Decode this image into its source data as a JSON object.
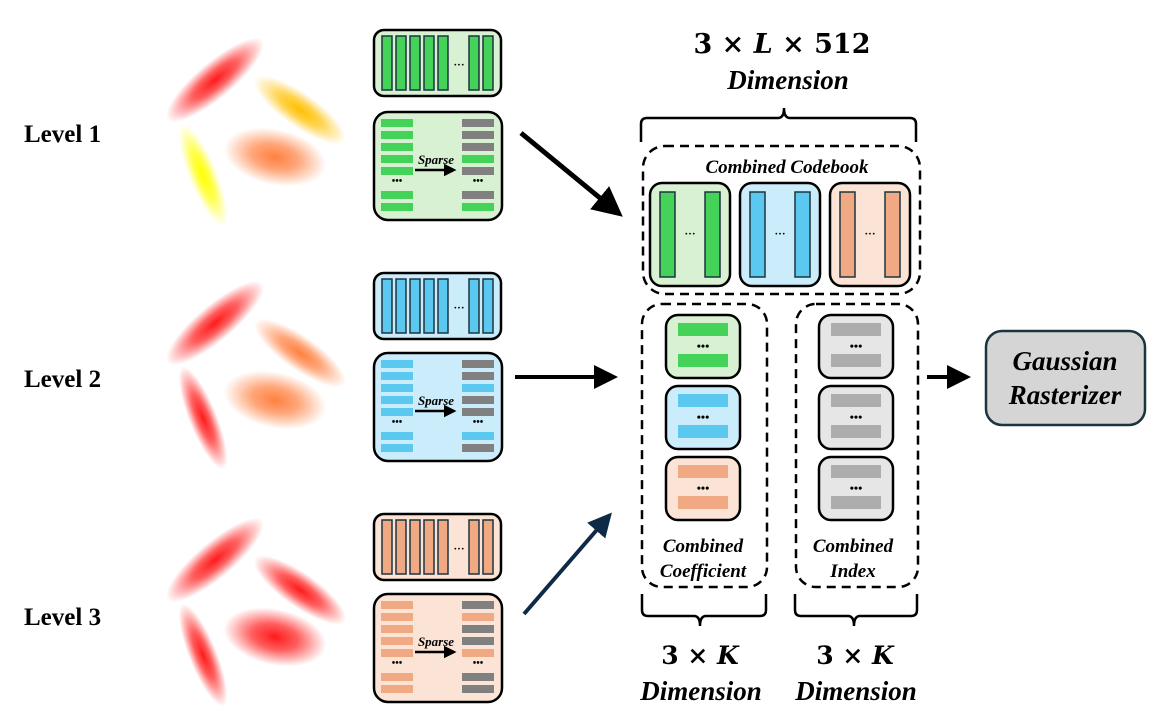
{
  "title": "Multi-level sparse codebook Gaussian compression pipeline",
  "colors": {
    "green_fill": "#44d258",
    "green_bg": "#d9f1d3",
    "blue_fill": "#5bc8f0",
    "blue_bg": "#cbecfa",
    "orange_fill": "#f0a982",
    "orange_bg": "#fbe3d6",
    "gray_fill": "#808080",
    "gray_light": "#adadad",
    "gray_bg": "#e6e6e6",
    "rasterizer_bg": "#d5d5d5",
    "rasterizer_border": "#1c3440",
    "arrow_dark": "#0e2a47"
  },
  "levels": [
    {
      "label": "Level 1",
      "color": "green",
      "gaussians": [
        "#ff1a1a",
        "#ffc000",
        "#ffff00",
        "#ff8040"
      ],
      "sparse_label": "Sparse",
      "sparse_right_pattern": [
        "gray",
        "gray",
        "gray",
        "green",
        "gray",
        "gray",
        "green"
      ]
    },
    {
      "label": "Level 2",
      "color": "blue",
      "gaussians": [
        "#ff1a1a",
        "#ff8040",
        "#ff1a1a",
        "#ff8040"
      ],
      "sparse_label": "Sparse",
      "sparse_right_pattern": [
        "gray",
        "gray",
        "blue",
        "gray",
        "gray",
        "blue",
        "gray"
      ]
    },
    {
      "label": "Level 3",
      "color": "orange",
      "gaussians": [
        "#ff1a1a",
        "#ff1a1a",
        "#ff1a1a",
        "#ff1a1a"
      ],
      "sparse_label": "Sparse",
      "sparse_right_pattern": [
        "gray",
        "orange",
        "gray",
        "gray",
        "orange",
        "gray",
        "gray"
      ]
    }
  ],
  "ellipsis": "•••",
  "small_ellipsis": "···",
  "codebook": {
    "title": "Combined Codebook",
    "dim_expr_a": "3 × ",
    "dim_expr_var": "L",
    "dim_expr_b": " × 512",
    "dim_label": "Dimension"
  },
  "coefficient": {
    "title_line1": "Combined",
    "title_line2": "Coefficient",
    "dim_expr_a": "3 × ",
    "dim_expr_var": "K",
    "dim_label": "Dimension"
  },
  "index": {
    "title_line1": "Combined",
    "title_line2": "Index",
    "dim_expr_a": "3 × ",
    "dim_expr_var": "K",
    "dim_label": "Dimension"
  },
  "rasterizer": {
    "line1": "Gaussian",
    "line2": "Rasterizer"
  }
}
